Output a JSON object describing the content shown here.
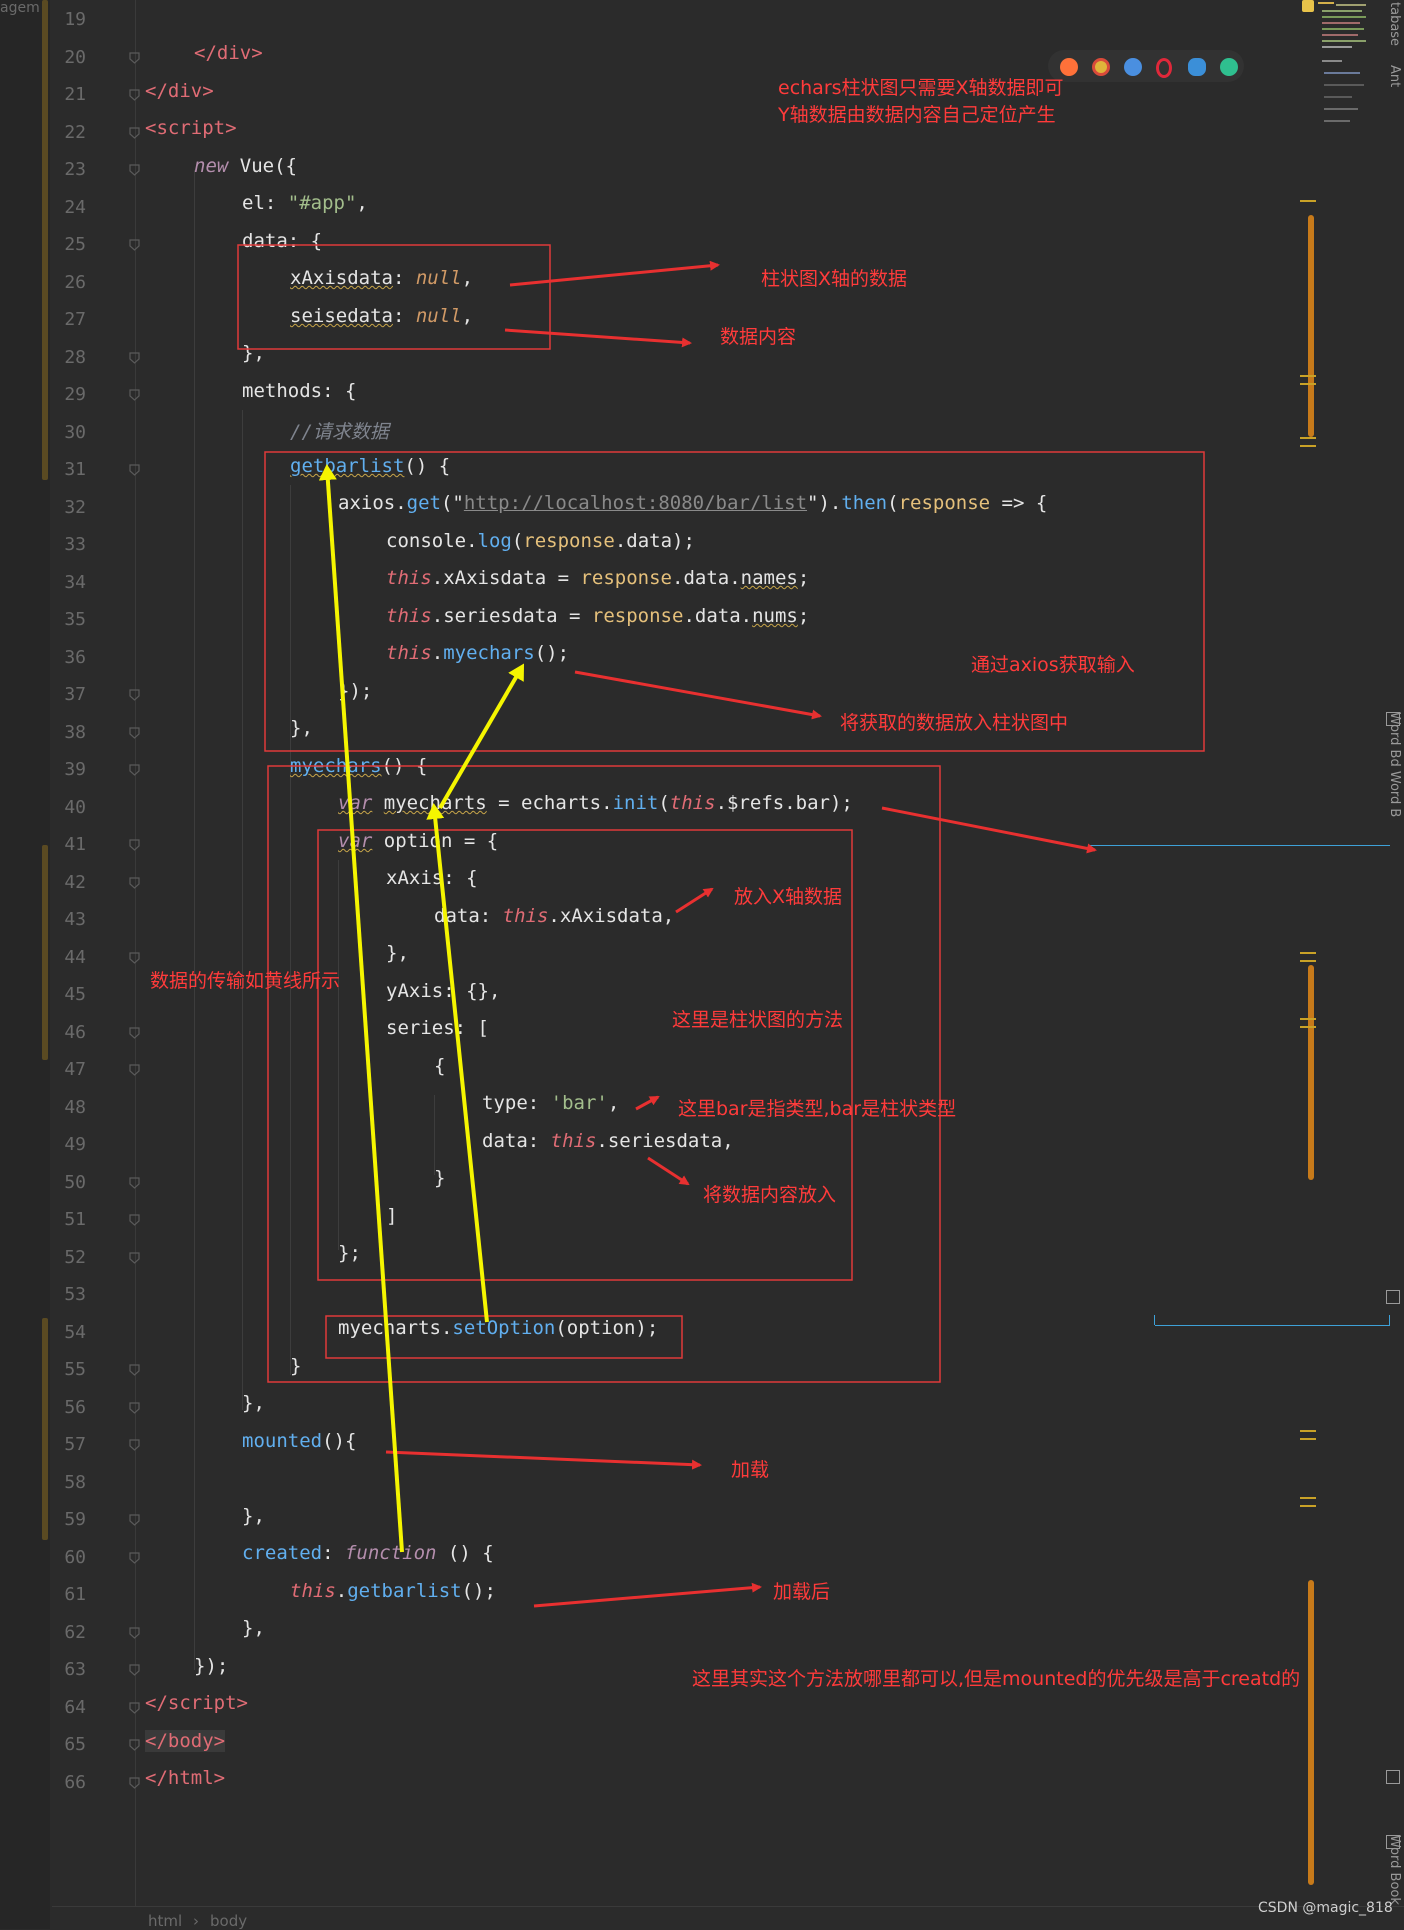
{
  "editor": {
    "top_edge_text": "agem",
    "line_numbers": [
      "19",
      "20",
      "21",
      "22",
      "23",
      "24",
      "25",
      "26",
      "27",
      "28",
      "29",
      "30",
      "31",
      "32",
      "33",
      "34",
      "35",
      "36",
      "37",
      "38",
      "39",
      "40",
      "41",
      "42",
      "43",
      "44",
      "45",
      "46",
      "47",
      "48",
      "49",
      "50",
      "51",
      "52",
      "53",
      "54",
      "55",
      "56",
      "57",
      "58",
      "59",
      "60",
      "61",
      "62",
      "63",
      "64",
      "65",
      "66"
    ],
    "code": {
      "l20_a": "</",
      "l20_b": "div",
      "l20_c": ">",
      "l21_a": "</",
      "l21_b": "div",
      "l21_c": ">",
      "l22_a": "<",
      "l22_b": "script",
      "l22_c": ">",
      "l23_a": "new",
      "l23_b": " Vue({",
      "l24_a": "el: ",
      "l24_b": "\"#app\"",
      "l24_c": ",",
      "l25_a": "data: {",
      "l26_a": "xAxisdata",
      "l26_b": ": ",
      "l26_c": "null",
      "l26_d": ",",
      "l27_a": "seisedata",
      "l27_b": ": ",
      "l27_c": "null",
      "l27_d": ",",
      "l28_a": "},",
      "l29_a": "methods: {",
      "l30_a": "//请求数据",
      "l31_a": "getbarlist",
      "l31_b": "() {",
      "l32_a": "axios.",
      "l32_b": "get",
      "l32_c": "(\"",
      "l32_d": "http://localhost:8080/bar/list",
      "l32_e": "\").",
      "l32_f": "then",
      "l32_g": "(",
      "l32_h": "response",
      "l32_i": " => {",
      "l33_a": "console.",
      "l33_b": "log",
      "l33_c": "(",
      "l33_d": "response",
      "l33_e": ".data);",
      "l34_a": "this",
      "l34_b": ".xAxisdata = ",
      "l34_c": "response",
      "l34_d": ".data.",
      "l34_e": "names",
      "l34_f": ";",
      "l35_a": "this",
      "l35_b": ".seriesdata = ",
      "l35_c": "response",
      "l35_d": ".data.",
      "l35_e": "nums",
      "l35_f": ";",
      "l36_a": "this",
      "l36_b": ".",
      "l36_c": "myechars",
      "l36_d": "();",
      "l37_a": "});",
      "l38_a": "},",
      "l39_a": "myechars",
      "l39_b": "() {",
      "l40_a": "var",
      "l40_b": " ",
      "l40_c": "myecharts",
      "l40_d": " = echarts.",
      "l40_e": "init",
      "l40_f": "(",
      "l40_g": "this",
      "l40_h": ".$refs.bar);",
      "l41_a": "var",
      "l41_b": " option = {",
      "l42_a": "xAxis: {",
      "l43_a": "data: ",
      "l43_b": "this",
      "l43_c": ".xAxisdata,",
      "l44_a": "},",
      "l45_a": "yAxis: {},",
      "l46_a": "series: [",
      "l47_a": "{",
      "l48_a": "type: ",
      "l48_b": "'bar'",
      "l48_c": ",",
      "l49_a": "data: ",
      "l49_b": "this",
      "l49_c": ".seriesdata,",
      "l50_a": "}",
      "l51_a": "]",
      "l52_a": "};",
      "l54_a": "myecharts.",
      "l54_b": "setOption",
      "l54_c": "(option);",
      "l55_a": "}",
      "l56_a": "},",
      "l57_a": "mounted",
      "l57_b": "(){",
      "l59_a": "},",
      "l60_a": "created",
      "l60_b": ": ",
      "l60_c": "function",
      "l60_d": " () {",
      "l61_a": "this",
      "l61_b": ".",
      "l61_c": "getbarlist",
      "l61_d": "();",
      "l62_a": "},",
      "l63_a": "});",
      "l64_a": "</",
      "l64_b": "script",
      "l64_c": ">",
      "l65_a": "</",
      "l65_b": "body",
      "l65_c": ">",
      "l66_a": "</",
      "l66_b": "html",
      "l66_c": ">"
    }
  },
  "annotations": {
    "header_1": "echars柱状图只需要X轴数据即可",
    "header_2": "Y轴数据由数据内容自己定位产生",
    "xaxis_data": "柱状图X轴的数据",
    "data_content": "数据内容",
    "axios_fetch": "通过axios获取输入",
    "put_into_chart": "将获取的数据放入柱状图中",
    "put_x_data": "放入X轴数据",
    "yellow_line": "数据的传输如黄线所示",
    "bar_method": "这里是柱状图的方法",
    "bar_type": "这里bar是指类型,bar是柱状类型",
    "put_content": "将数据内容放入",
    "load": "加载",
    "after_load": "加载后",
    "priority_note": "这里其实这个方法放哪里都可以,但是mounted的优先级是高于creatd的"
  },
  "browser_icons": [
    "firefox-icon",
    "chrome-icon",
    "safari-icon",
    "opera-icon",
    "ie-icon",
    "edge-icon"
  ],
  "side_tools": {
    "top": "tabase",
    "ant": "Ant",
    "word1": "Word Bd Word B",
    "word2": "Word Book"
  },
  "breadcrumb": {
    "item1": "html",
    "sep": "›",
    "item2": "body"
  },
  "watermark": "CSDN @magic_818",
  "colors": {
    "annotation": "#ff3b3b",
    "arrow_yellow": "#f5f500",
    "box_red": "#e03a3a",
    "scroll_orange": "#c77a1a"
  }
}
